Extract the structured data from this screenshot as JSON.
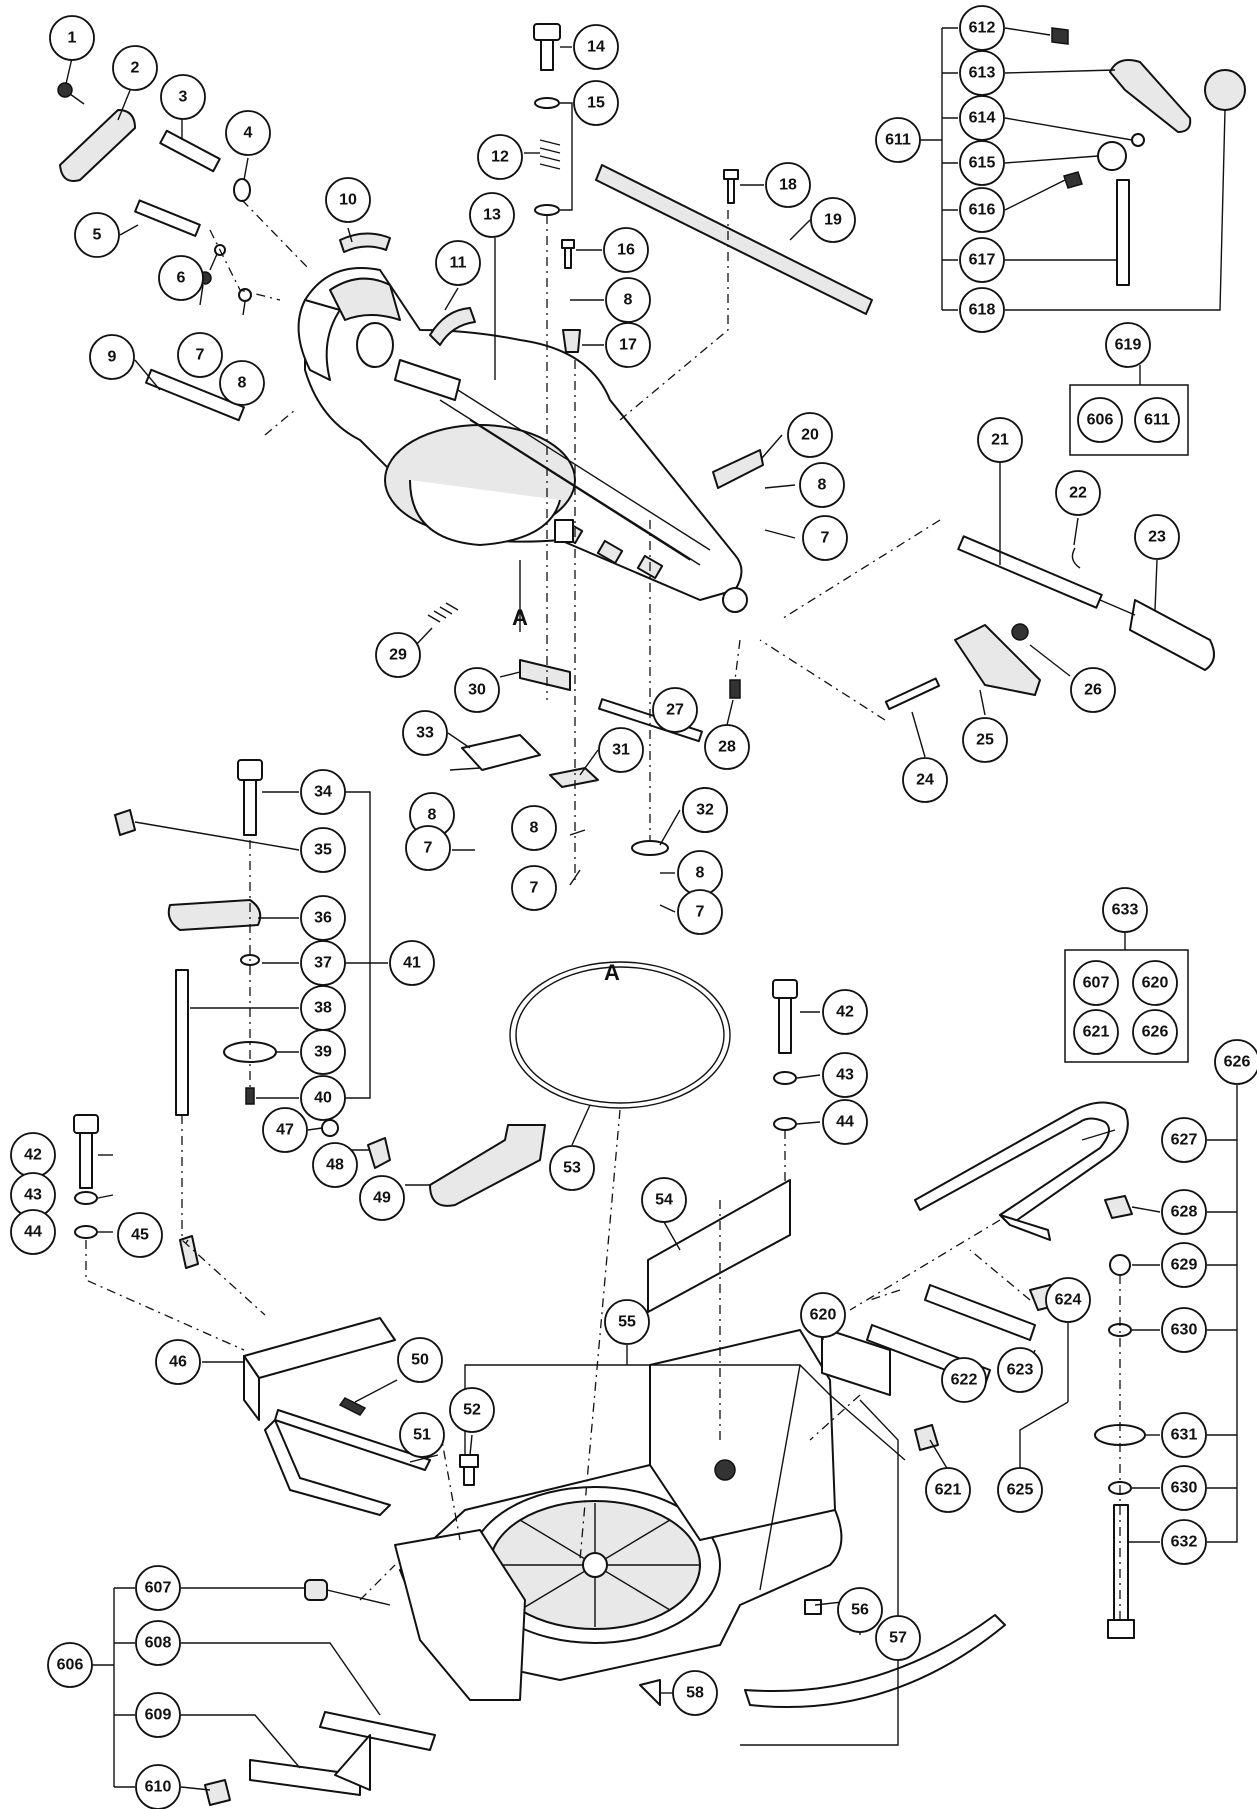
{
  "labels": [
    "1",
    "2",
    "3",
    "4",
    "5",
    "6",
    "7",
    "8",
    "9",
    "10",
    "11",
    "12",
    "13",
    "14",
    "15",
    "16",
    "17",
    "18",
    "19",
    "20",
    "21",
    "22",
    "23",
    "24",
    "25",
    "26",
    "27",
    "28",
    "29",
    "30",
    "31",
    "32",
    "33",
    "34",
    "35",
    "36",
    "37",
    "38",
    "39",
    "40",
    "41",
    "42",
    "43",
    "44",
    "45",
    "46",
    "47",
    "48",
    "49",
    "50",
    "51",
    "52",
    "53",
    "54",
    "55",
    "56",
    "57",
    "58",
    "606",
    "607",
    "608",
    "609",
    "610",
    "611",
    "612",
    "613",
    "614",
    "615",
    "616",
    "617",
    "618",
    "619",
    "620",
    "621",
    "622",
    "623",
    "624",
    "625",
    "626",
    "627",
    "628",
    "629",
    "630",
    "631",
    "632",
    "633"
  ],
  "letters": [
    "A"
  ],
  "kits": {
    "k619": {
      "title": "619",
      "items": [
        "606",
        "611"
      ]
    },
    "k633": {
      "title": "633",
      "items": [
        "607",
        "620",
        "621",
        "626"
      ]
    }
  }
}
